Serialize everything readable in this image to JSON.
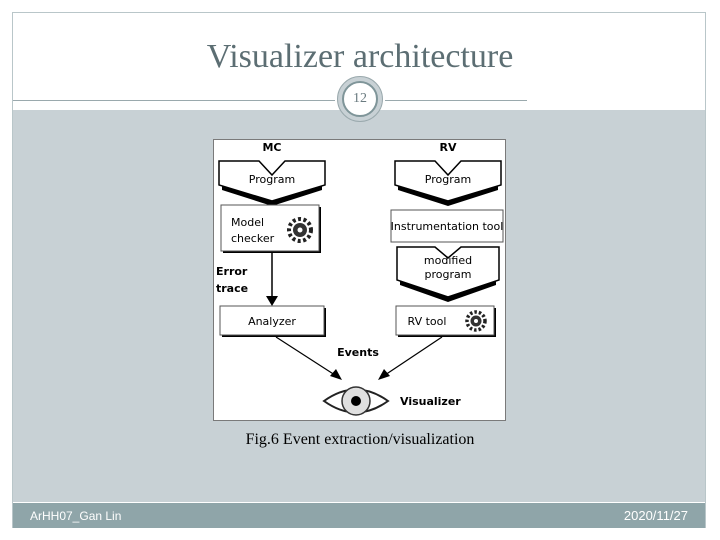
{
  "slide": {
    "title": "Visualizer architecture",
    "page_number": "12",
    "caption": "Fig.6 Event extraction/visualization",
    "footer_left": "ArHH07_Gan Lin",
    "footer_right": "2020/11/27"
  },
  "figure": {
    "mc_label": "MC",
    "rv_label": "RV",
    "program_left": "Program",
    "program_right": "Program",
    "model_checker_line1": "Model",
    "model_checker_line2": "checker",
    "instrumentation_tool": "Instrumentation tool",
    "modified_program_line1": "modified",
    "modified_program_line2": "program",
    "error_trace_line1": "Error",
    "error_trace_line2": "trace",
    "analyzer": "Analyzer",
    "rv_tool": "RV tool",
    "events": "Events",
    "visualizer": "Visualizer"
  },
  "colors": {
    "title": "#5c6e73",
    "content_bg": "#c8d1d5",
    "footer_bg": "#8fa5a9",
    "gear": "#222222"
  }
}
